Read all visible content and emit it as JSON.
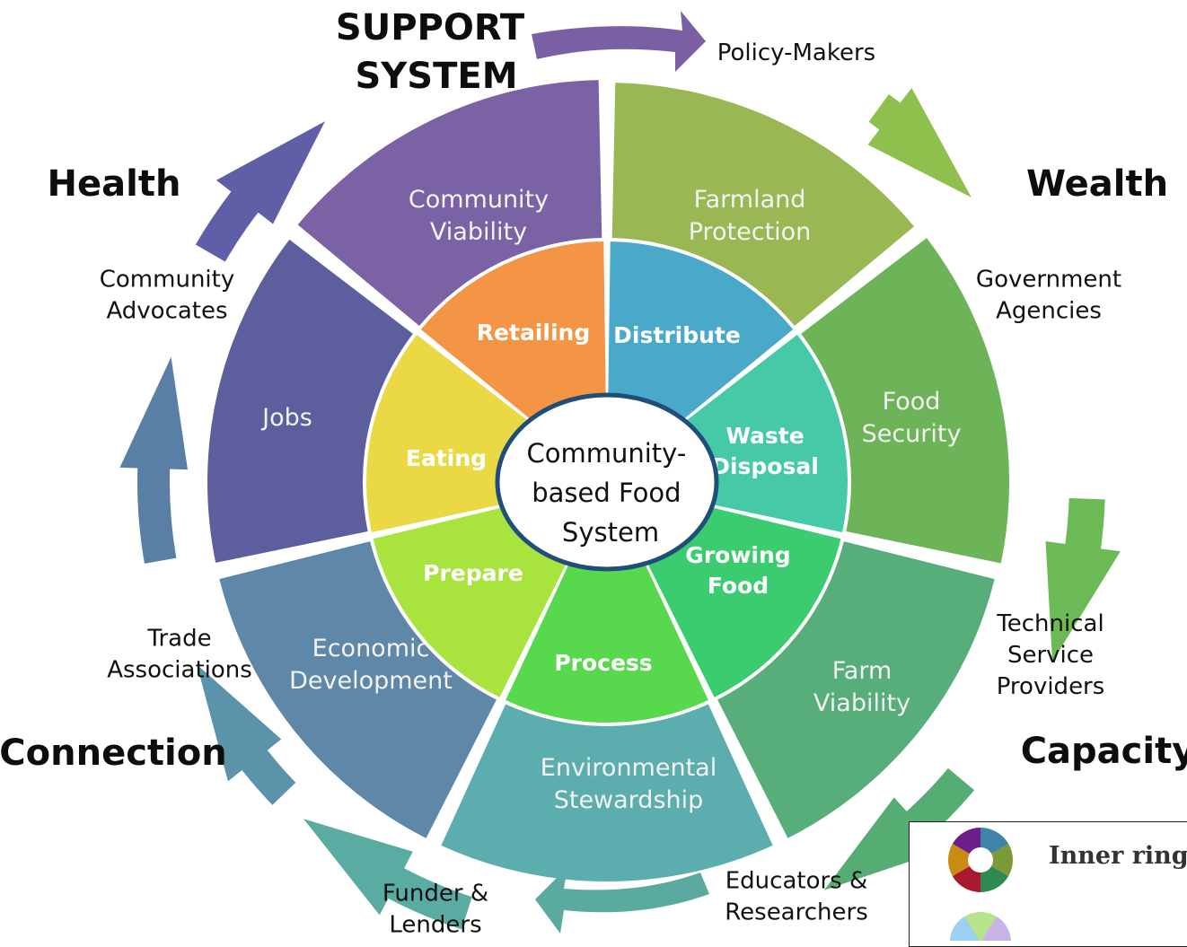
{
  "center": {
    "lines": [
      "Community-",
      "based Food",
      "System"
    ]
  },
  "inner_ring": [
    {
      "label": [
        "Distribute"
      ],
      "color": "#4aa8c8"
    },
    {
      "label": [
        "Waste",
        "Disposal"
      ],
      "color": "#45c9a7"
    },
    {
      "label": [
        "Growing",
        "Food"
      ],
      "color": "#3ccc70"
    },
    {
      "label": [
        "Process"
      ],
      "color": "#58d84c"
    },
    {
      "label": [
        "Prepare"
      ],
      "color": "#a9e33e"
    },
    {
      "label": [
        "Eating"
      ],
      "color": "#ead944"
    },
    {
      "label": [
        "Retailing"
      ],
      "color": "#f39545"
    }
  ],
  "outer_ring": [
    {
      "label": [
        "Farmland",
        "Protection"
      ],
      "color": "#99b753"
    },
    {
      "label": [
        "Food",
        "Security"
      ],
      "color": "#6db458"
    },
    {
      "label": [
        "Farm",
        "Viability"
      ],
      "color": "#58ae7a"
    },
    {
      "label": [
        "Environmental",
        "Stewardship"
      ],
      "color": "#5baead"
    },
    {
      "label": [
        "Economic",
        "Development"
      ],
      "color": "#5f88a8"
    },
    {
      "label": [
        "Jobs"
      ],
      "color": "#5d5e9e"
    },
    {
      "label": [
        "Community",
        "Viability"
      ],
      "color": "#7a62a4"
    }
  ],
  "stakeholders": [
    {
      "label": [
        "Policy-Makers"
      ]
    },
    {
      "label": [
        "Government",
        "Agencies"
      ]
    },
    {
      "label": [
        "Technical",
        "Service",
        "Providers"
      ]
    },
    {
      "label": [
        "Educators &",
        "Researchers"
      ]
    },
    {
      "label": [
        "Funder &",
        "Lenders"
      ]
    },
    {
      "label": [
        "Trade",
        "Associations"
      ]
    },
    {
      "label": [
        "Community",
        "Advocates"
      ]
    }
  ],
  "pillars": {
    "support": [
      "SUPPORT",
      "SYSTEM"
    ],
    "health": "Health",
    "wealth": "Wealth",
    "connection": "Connection",
    "capacity": "Capacity"
  },
  "arrow_colors": [
    "#7b5fa5",
    "#8fbf4c",
    "#6cba55",
    "#55ad73",
    "#5aaca2",
    "#5b93ab",
    "#5a7fa7",
    "#5f5fa8"
  ],
  "legend": {
    "text": "Inner ring -",
    "donut_colors": [
      "#3f83a9",
      "#7a9a37",
      "#2f8a52",
      "#a8192f",
      "#c88c14",
      "#6e1e8a"
    ]
  }
}
